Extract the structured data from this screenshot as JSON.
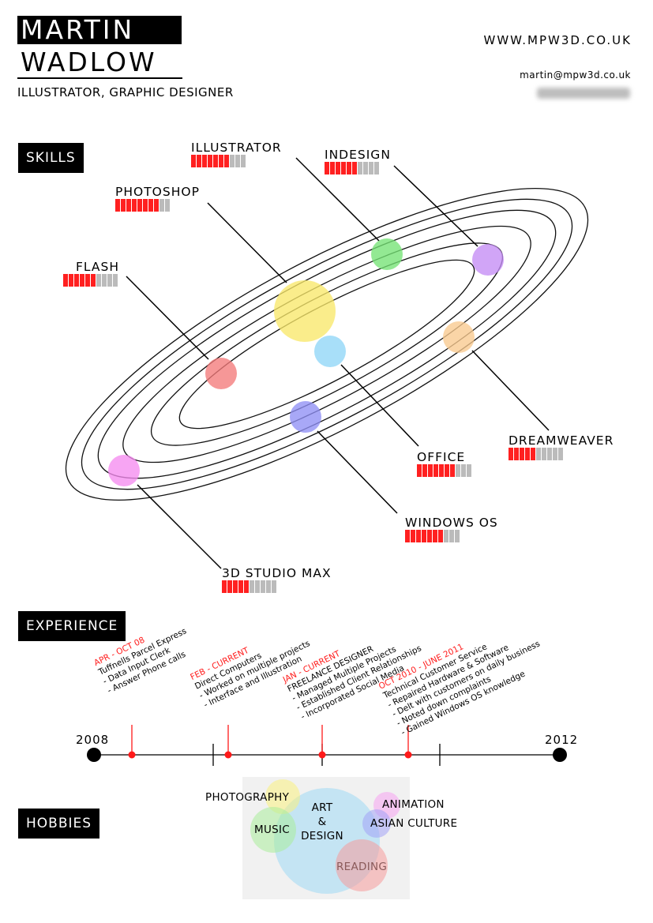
{
  "header": {
    "first_name": "MARTIN",
    "last_name": "WADLOW",
    "title": "ILLUSTRATOR, GRAPHIC DESIGNER",
    "website": "WWW.MPW3D.CO.UK",
    "email": "martin@mpw3d.co.uk"
  },
  "skills": {
    "heading": "SKILLS",
    "items": [
      {
        "name": "ILLUSTRATOR",
        "level": 7,
        "max": 10
      },
      {
        "name": "INDESIGN",
        "level": 6,
        "max": 10
      },
      {
        "name": "PHOTOSHOP",
        "level": 8,
        "max": 10
      },
      {
        "name": "FLASH",
        "level": 6,
        "max": 10
      },
      {
        "name": "DREAMWEAVER",
        "level": 5,
        "max": 10
      },
      {
        "name": "OFFICE",
        "level": 7,
        "max": 10
      },
      {
        "name": "WINDOWS OS",
        "level": 7,
        "max": 10
      },
      {
        "name": "3D STUDIO MAX",
        "level": 5,
        "max": 10
      }
    ],
    "planet_colors": {
      "photoshop": "#f9e86a",
      "illustrator": "#74e374",
      "indesign": "#c48cf5",
      "flash": "#f47a7a",
      "office": "#8fd6f7",
      "dreamweaver": "#f9c98e",
      "windows": "#8f8ff5",
      "studio": "#f58cf0"
    }
  },
  "experience": {
    "heading": "EXPERIENCE",
    "start_year": "2008",
    "end_year": "2012",
    "entries": [
      {
        "date": "APR - OCT 08",
        "lines": [
          "Tuffnells Parcel Express",
          "- Data Input Clerk",
          "- Answer Phone calls"
        ]
      },
      {
        "date": "FEB - CURRENT",
        "lines": [
          "Direct Computers",
          "- Worked on multiple projects",
          "- Interface and Illustration"
        ]
      },
      {
        "date": "JAN - CURRENT",
        "lines": [
          "FREELANCE DESIGNER",
          "- Managed Multiple Projects",
          "- Established Client Relationships",
          "- Incorporated Social Media"
        ]
      },
      {
        "date": "OCT 2010 - JUNE 2011",
        "lines": [
          "Technical Customer Service",
          "- Repaired Hardware & Software",
          "- Delt with customers on daily business",
          "- Noted down complaints",
          "- Gained Windows OS knowledge"
        ]
      }
    ]
  },
  "hobbies": {
    "heading": "HOBBIES",
    "items": [
      "PHOTOGRAPHY",
      "MUSIC",
      "ART",
      "&",
      "DESIGN",
      "ANIMATION",
      "ASIAN CULTURE",
      "READING"
    ]
  }
}
